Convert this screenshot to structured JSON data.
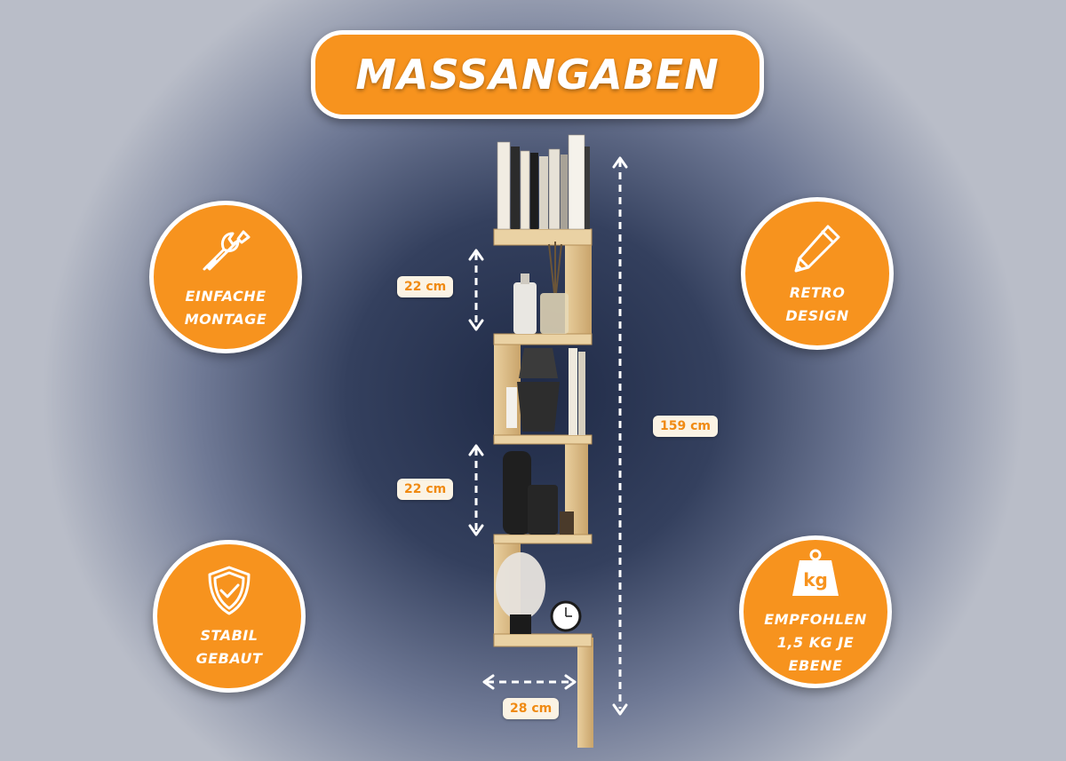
{
  "title": "MASSANGABEN",
  "features": {
    "assembly": {
      "label": "EINFACHE\nMONTAGE",
      "icon": "tools-icon"
    },
    "design": {
      "label": "RETRO\nDESIGN",
      "icon": "pencil-icon"
    },
    "stability": {
      "label": "STABIL\nGEBAUT",
      "icon": "shield-check-icon"
    },
    "load": {
      "label": "EMPFOHLEN\n1,5 KG JE\nEBENE",
      "icon": "weight-kg-icon",
      "icon_text": "kg"
    }
  },
  "dimensions": {
    "shelf_gap_top": "22 cm",
    "shelf_gap_bottom": "22 cm",
    "total_height": "159 cm",
    "width": "28 cm"
  },
  "colors": {
    "accent": "#f7931e",
    "label_bg": "#fbf3e4",
    "label_text": "#f08a12",
    "wood": "#e0c08a"
  }
}
